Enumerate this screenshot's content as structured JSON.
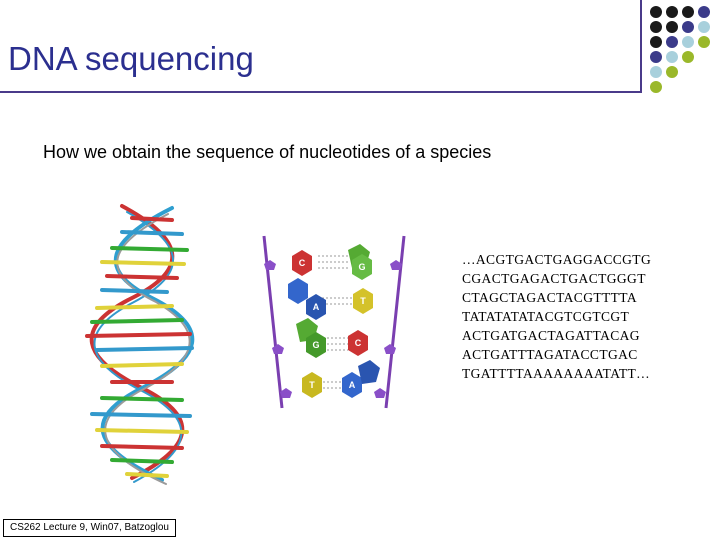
{
  "slide": {
    "title": "DNA sequencing",
    "subtitle": "How we obtain the sequence of nucleotides of a species",
    "footer": "CS262 Lecture 9, Win07, Batzoglou"
  },
  "sequence_lines": [
    "…ACGTGACTGAGGACCGTG",
    "CGACTGAGACTGACTGGGT",
    "CTAGCTAGACTACGTTTTA",
    "TATATATATACGTCGTCGT",
    "ACTGATGACTAGATTACAG",
    "ACTGATTTAGATACCTGAC",
    "TGATTTTAAAAAAAATATT…"
  ],
  "base_pairs": [
    {
      "left": "C",
      "right": "G"
    },
    {
      "left": "A",
      "right": "T"
    },
    {
      "left": "G",
      "right": "C"
    },
    {
      "left": "T",
      "right": "A"
    }
  ],
  "colors": {
    "title": "#2b2f8f",
    "rule": "#4a3a8a",
    "C": "#cc3333",
    "G": "#55aa33",
    "A": "#3366cc",
    "T": "#c8b820",
    "backbone": "#7a3fb0"
  },
  "decor_dots": [
    [
      "#1a1a1a",
      "#1a1a1a",
      "#1a1a1a",
      "#3b3b8a"
    ],
    [
      "#1a1a1a",
      "#1a1a1a",
      "#3b3b8a",
      "#a8d0dc"
    ],
    [
      "#1a1a1a",
      "#3b3b8a",
      "#a8d0dc",
      "#9ab82a"
    ],
    [
      "#3b3b8a",
      "#a8d0dc",
      "#9ab82a",
      "#ffffff"
    ],
    [
      "#a8d0dc",
      "#9ab82a",
      "#ffffff",
      "#ffffff"
    ],
    [
      "#9ab82a",
      "#ffffff",
      "#ffffff",
      "#ffffff"
    ]
  ]
}
